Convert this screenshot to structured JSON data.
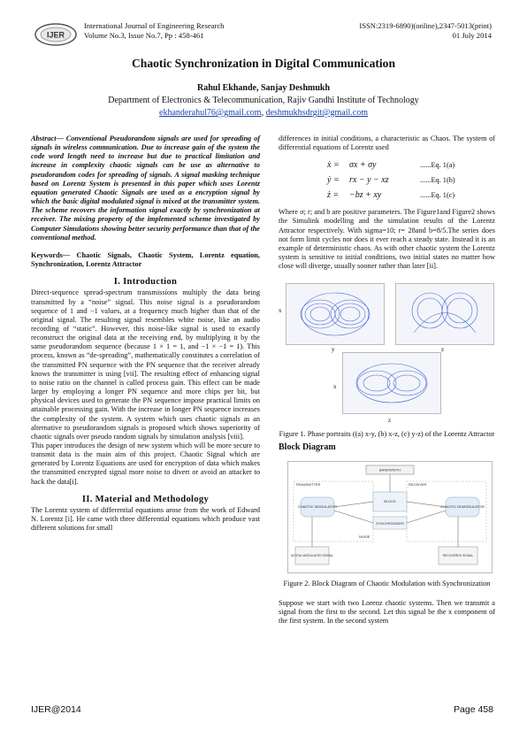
{
  "header": {
    "journal": "International Journal of Engineering Research",
    "volume": "Volume No.3, Issue No.7, Pp : 458-461",
    "issn": "ISSN:2319-6890)(online),2347-5013(print)",
    "date": "01 July 2014",
    "logo_text": "IJER"
  },
  "title": "Chaotic Synchronization in Digital Communication",
  "authors": "Rahul Ekhande, Sanjay Deshmukh",
  "affiliation": "Department of Electronics & Telecommunication, Rajiv Gandhi Institute of Technology",
  "emails": [
    "ekhanderahul76@gmail.com",
    "deshmukhsdrgit@gmail.com"
  ],
  "email_sep": ", ",
  "abstract": "Abstract— Conventional Pseudorandom signals are used for spreading of signals in wireless communication. Due to increase gain of the system the code word length need to increase but due to practical limitation and increase in complexity chaotic signals can be use as alternative to pseudorandom codes for spreading of signals. A signal masking technique based on Lorentz System is presented in this paper which uses Lorentz equation generated Chaotic Signals are used as a encryption signal by which the basic digital modulated signal is mixed at the transmitter system. The scheme recovers the information signal exactly by synchronization at receiver. The mixing property of the implemented scheme investigated by Computer Simulations showing better security performance than that of the conventional method.",
  "keywords": "Keywords— Chaotic Signals, Chaotic System, Lorentz equation, Synchronization, Lorentz Attractor",
  "sections": {
    "intro_heading": "I. Introduction",
    "intro_p1": "Direct-sequence spread-spectrum transmissions multiply the data being transmitted by a “noise” signal. This noise signal is a pseudorandom sequence of 1 and −1 values, at a frequency much higher than that of the original signal. The resulting signal resembles white noise, like an audio recording of “static”. However, this noise-like signal is used to exactly reconstruct the original data at the receiving end, by multiplying it by the same pseudorandom sequence (because 1 × 1 = 1, and −1 × −1 = 1). This process, known as “de-spreading”, mathematically constitutes a correlation of the transmitted PN sequence with the PN sequence that the receiver already knows the transmitter is using [vii]. The resulting effect of enhancing signal to noise ratio on the channel is called process gain. This effect can be made larger by employing a longer PN sequence and more chips per bit, but physical devices used to generate the PN sequence impose practical limits on attainable processing gain. With the increase in longer PN sequence increases the complexity of the system. A system which uses chaotic signals as an alternative to pseudorandom signals is proposed which shows superiority of chaotic signals over pseudo random signals by simulation analysis [viii].",
    "intro_p2": "This paper introduces the design of new system which will be more secure to transmit data is the main aim of this project. Chaotic Signal which are generated by Lorentz Equations are used for encryption of data which makes the transmitted encrypted signal more noise to divert or avoid an attacker to hack the data[i].",
    "method_heading": "II. Material and Methodology",
    "method_p1": "The Lorentz system of differential equations arose from the work of Edward N. Lorentz [i]. He came with three differential equations which produce vast different solutions for small",
    "right_p1": "differences in initial conditions, a characteristic as Chaos. The system of differential equations of Lorentz used",
    "equations": [
      {
        "lhs": "ẋ =",
        "rhs": "σx + σy",
        "label": "......Eq. 1(a)"
      },
      {
        "lhs": "ẏ =",
        "rhs": "rx − y − xz",
        "label": "......Eq. 1(b)"
      },
      {
        "lhs": "ż =",
        "rhs": "−bz + xy",
        "label": "......Eq. 1(c)"
      }
    ],
    "right_p2": "Where σ; r; and b are positive parameters. The Figure1and Figure2 shows the Simulink modelling and the simulation results of the Lorentz Attractor respectively. With sigma=10; r= 28and b=8/5.The series does not form limit cycles nor does it ever reach a steady state. Instead it is an example of deterministic chaos. As with other chaotic system the Lorentz system is sensitive to initial conditions, two initial states no matter how close will diverge, usually sooner rather than later [ii].",
    "fig1_caption": "Figure 1. Phase portraits ((a) x-y, (b) x-z, (c) y-z) of the Lorentz Attractor",
    "fig1_axes": [
      "x",
      "y",
      "z",
      "x",
      "z"
    ],
    "block_heading": "Block Diagram",
    "fig2_caption": "Figure 2. Block Diagram of Chaotic Modulation with Synchronization",
    "fig2_labels": {
      "top": "BANDWIDTH",
      "left_block": "CHAOTIC MODULATOR",
      "mid_block": "BLOCK",
      "right_block": "CHAOTIC DEMODULATOR",
      "transmitter": "TRANSMITTER",
      "receiver": "RECEIVER",
      "mid_lower": "SYNCHRONIZER",
      "noise": "NOISE",
      "bl_block": "DIGITAL MODULATED SIGNAL",
      "br_block": "RECOVERED SIGNAL"
    },
    "right_p3": "Suppose we start with two Lorenz chaotic systems. Then we transmit a signal from the first to the second. Let this signal be the x component of the first system. In the second system"
  },
  "footer": {
    "left": "IJER@2014",
    "right": "Page 458"
  },
  "colors": {
    "link": "#1a3fb0",
    "attractor": "#2a4fd0"
  }
}
